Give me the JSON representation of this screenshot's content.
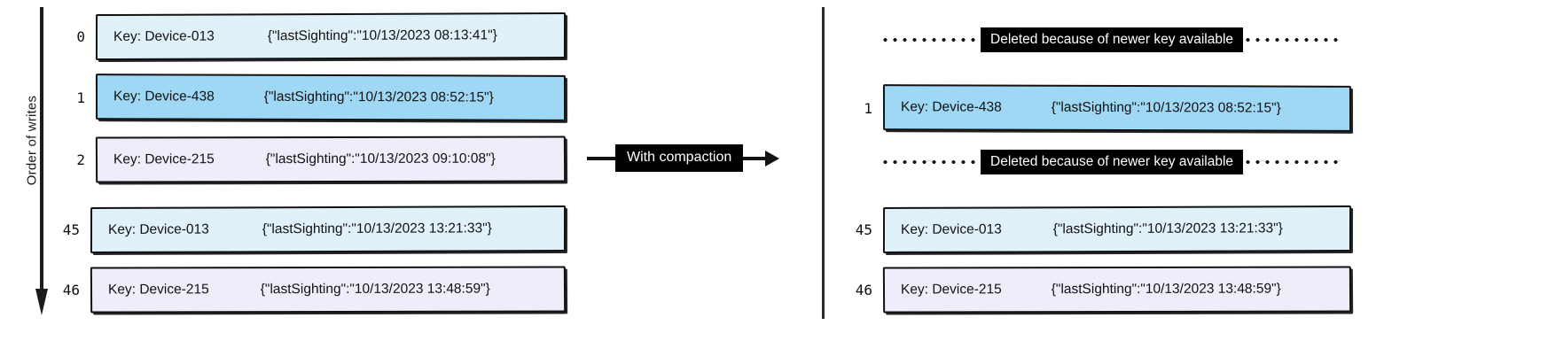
{
  "diagram": {
    "axis": {
      "label": "Order of writes",
      "icon": "down-arrow-icon"
    },
    "transform": {
      "label": "With compaction",
      "icon": "right-arrow-icon"
    },
    "deleted_note": "Deleted because of newer key available",
    "colors": {
      "device_013": "#e1f1fa",
      "device_438": "#9ed8f5",
      "device_215": "#f0edfa",
      "stroke": "#111111",
      "chip_bg": "#000000",
      "chip_fg": "#ffffff"
    },
    "left_panel": {
      "records": [
        {
          "index": "0",
          "key": "Key: Device-013",
          "value": "{\"lastSighting\":\"10/13/2023 08:13:41\"}",
          "fill": "lightblue"
        },
        {
          "index": "1",
          "key": "Key: Device-438",
          "value": "{\"lastSighting\":\"10/13/2023 08:52:15\"}",
          "fill": "blue"
        },
        {
          "index": "2",
          "key": "Key: Device-215",
          "value": "{\"lastSighting\":\"10/13/2023 09:10:08\"}",
          "fill": "lavender"
        },
        {
          "index": "45",
          "key": "Key: Device-013",
          "value": "{\"lastSighting\":\"10/13/2023 13:21:33\"}",
          "fill": "lightblue"
        },
        {
          "index": "46",
          "key": "Key: Device-215",
          "value": "{\"lastSighting\":\"10/13/2023 13:48:59\"}",
          "fill": "lavender"
        }
      ]
    },
    "right_panel": {
      "rows": [
        {
          "kind": "deleted",
          "note": "Deleted because of newer key available"
        },
        {
          "kind": "record",
          "index": "1",
          "key": "Key: Device-438",
          "value": "{\"lastSighting\":\"10/13/2023 08:52:15\"}",
          "fill": "blue"
        },
        {
          "kind": "deleted",
          "note": "Deleted because of newer key available"
        },
        {
          "kind": "record",
          "index": "45",
          "key": "Key: Device-013",
          "value": "{\"lastSighting\":\"10/13/2023 13:21:33\"}",
          "fill": "lightblue"
        },
        {
          "kind": "record",
          "index": "46",
          "key": "Key: Device-215",
          "value": "{\"lastSighting\":\"10/13/2023 13:48:59\"}",
          "fill": "lavender"
        }
      ]
    }
  }
}
